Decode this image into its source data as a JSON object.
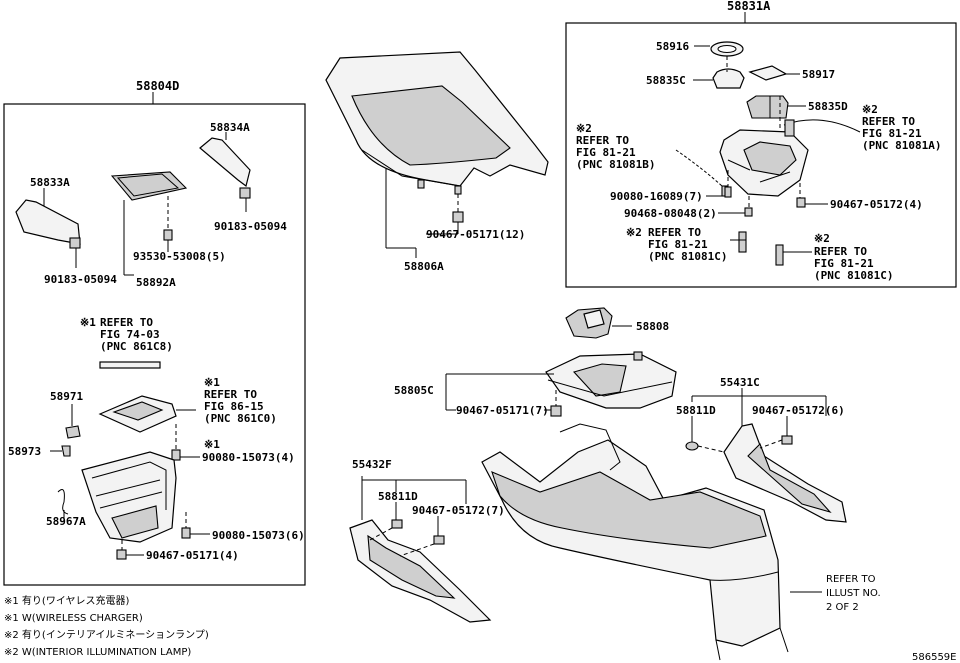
{
  "diagram_code": "586559E",
  "groups": {
    "g58831A": "58831A",
    "g58804D": "58804D"
  },
  "labels": {
    "p58916": "58916",
    "p58835C": "58835C",
    "p58917": "58917",
    "p58835D": "58835D",
    "ref1_mark": "※2",
    "ref1_l1": "REFER TO",
    "ref1_l2": "FIG 81-21",
    "ref1_l3": "(PNC 81081A)",
    "ref2_mark": "※2",
    "ref2_l1": "REFER TO",
    "ref2_l2": "FIG 81-21",
    "ref2_l3": "(PNC 81081B)",
    "p90080_16089": "90080-16089(7)",
    "p90468_08048": "90468-08048(2)",
    "p90467_05172_4a": "90467-05172(4)",
    "ref3_mark": "※2",
    "ref3_l1": "REFER TO",
    "ref3_l2": "FIG 81-21",
    "ref3_l3": "(PNC 81081C)",
    "ref4_mark": "※2",
    "ref4_l1": "REFER TO",
    "ref4_l2": "FIG 81-21",
    "ref4_l3": "(PNC 81081C)",
    "p58834A": "58834A",
    "p58833A": "58833A",
    "p90183_05094a": "90183-05094",
    "p90183_05094b": "90183-05094",
    "p93530_53008": "93530-53008(5)",
    "p58892A": "58892A",
    "p90467_05171_12": "90467-05171(12)",
    "p58806A": "58806A",
    "ref5_mark": "※1",
    "ref5_l1": "REFER TO",
    "ref5_l2": "FIG 74-03",
    "ref5_l3": "(PNC 861C8)",
    "p58971": "58971",
    "ref6_mark": "※1",
    "ref6_l1": "REFER TO",
    "ref6_l2": "FIG 86-15",
    "ref6_l3": "(PNC 861C0)",
    "p58973": "58973",
    "mark_x1": "※1",
    "p90080_15073_4": "90080-15073(4)",
    "p58967A": "58967A",
    "p90080_15073_6": "90080-15073(6)",
    "p90467_05171_4": "90467-05171(4)",
    "p58808": "58808",
    "p58805C": "58805C",
    "p90467_05171_7": "90467-05171(7)",
    "p55431C": "55431C",
    "p58811D_r": "58811D",
    "p90467_05172_6": "90467-05172(6)",
    "p55432F": "55432F",
    "p58811D_l": "58811D",
    "p90467_05172_7": "90467-05172(7)",
    "ref7_l1": "REFER TO",
    "ref7_l2": "ILLUST NO.",
    "ref7_l3": "2 OF 2"
  },
  "legend": [
    "※1  有り(ワイヤレス充電器)",
    "※1  W(WIRELESS CHARGER)",
    "※2  有り(インテリアイルミネーションランプ)",
    "※2  W(INTERIOR ILLUMINATION LAMP)"
  ]
}
